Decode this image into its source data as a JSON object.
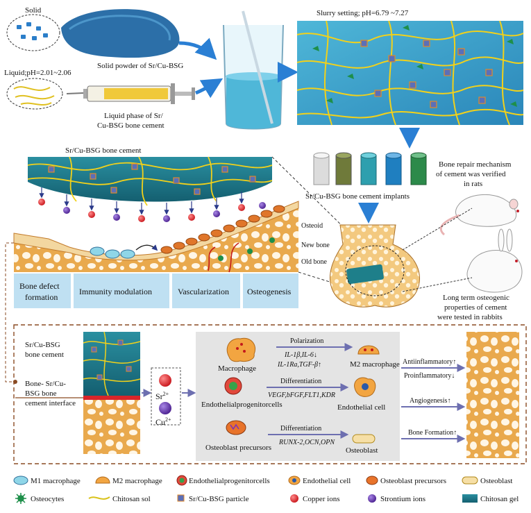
{
  "top": {
    "solid_label": "Solid",
    "powder_label": "Solid powder of Sr/Cu-BSG",
    "liquid_label": "Liquid;pH=2.01~2.06",
    "liquid_phase_line1": "Liquid phase of Sr/",
    "liquid_phase_line2": "Cu-BSG bone cement",
    "slurry_label": "Slurry setting; pH=6.79 ~7.27"
  },
  "middle": {
    "cement_title": "Sr/Cu-BSG bone cement",
    "layers": [
      "Osteoid",
      "New bone",
      "Old bone"
    ],
    "stages": [
      "Bone defect formation",
      "Immunity modulation",
      "Vascularization",
      "Osteogenesis"
    ],
    "implants_label": "Sr/Cu-BSG bone cement implants",
    "implant_colors": [
      "#dcdcdc",
      "#6f7a3a",
      "#2e9fae",
      "#1f7fc0",
      "#2c8a4a"
    ],
    "rats_line1": "Bone repair mechanism",
    "rats_line2": "of cement was verified",
    "rats_line3": "in rats",
    "rabbits_line1": "Long term osteogenic",
    "rabbits_line2": "properties of cement",
    "rabbits_line3": "were tested in rabbits"
  },
  "bottom": {
    "cement_line1": "Sr/Cu-BSG",
    "cement_line2": "bone cement",
    "interface_line1": "Bone- Sr/Cu-",
    "interface_line2": "BSG bone",
    "interface_line3": "cement interface",
    "sr_ion": "Sr",
    "sr_charge": "2+",
    "cu_ion": "Cu",
    "cu_charge": "2+",
    "macrophage": "Macrophage",
    "polarization": "Polarization",
    "polarization_detail1": "IL-1β,IL-6↓",
    "polarization_detail2": "IL-1Ra,TGF-β↑",
    "m2": "M2 macrophage",
    "epc": "Endothelialprogenitorcells",
    "differentiation1": "Differentiation",
    "diff_detail1": "VEGF,bFGF,FLT1,KDR",
    "endothelial": "Endothelial cell",
    "osteoblast_precursors": "Osteoblast precursors",
    "differentiation2": "Differentiation",
    "diff_detail2": "RUNX-2,OCN,OPN",
    "osteoblast": "Osteoblast",
    "antiinflammatory": "Antiinflammatory↑",
    "proinflammatory": "Proinflammatory↓",
    "angiogenesis": "Angiogenesis↑",
    "bone_formation": "Bone Formation↑"
  },
  "legend": {
    "row1": [
      "M1 macrophage",
      "M2 macrophage",
      "Endothelialprogenitorcells",
      "Endothelial cell",
      "Osteoblast precursors",
      "Osteoblast"
    ],
    "row2": [
      "Osteocytes",
      "Chitosan sol",
      "Sr/Cu-BSG particle",
      "Copper ions",
      "Strontium ions",
      "Chitosan gel"
    ]
  },
  "colors": {
    "accent_blue": "#2a7fd4",
    "copper_red": "#d8252a",
    "strontium_purple": "#6a3aa8",
    "gel_teal": "#1e7f8a",
    "stage_box": "#bfe0f2",
    "dashed_brown": "#8a4a22",
    "bone_tan": "#f0c27a"
  }
}
